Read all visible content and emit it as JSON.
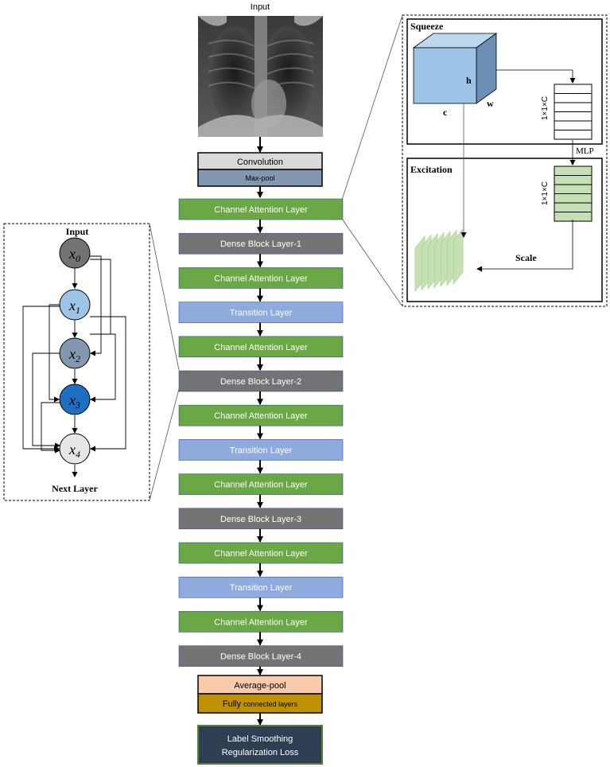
{
  "input_label": "Input",
  "xray_image": "chest-x-ray",
  "pipeline": {
    "convolution": "Convolution",
    "maxpool": "Max-pool",
    "layers": [
      {
        "label": "Channel Attention Layer",
        "kind": "attention"
      },
      {
        "label": "Dense Block Layer-1",
        "kind": "dense"
      },
      {
        "label": "Channel Attention Layer",
        "kind": "attention"
      },
      {
        "label": "Transition Layer",
        "kind": "transition"
      },
      {
        "label": "Channel Attention Layer",
        "kind": "attention"
      },
      {
        "label": "Dense Block Layer-2",
        "kind": "dense"
      },
      {
        "label": "Channel Attention Layer",
        "kind": "attention"
      },
      {
        "label": "Transition Layer",
        "kind": "transition"
      },
      {
        "label": "Channel Attention Layer",
        "kind": "attention"
      },
      {
        "label": "Dense Block Layer-3",
        "kind": "dense"
      },
      {
        "label": "Channel Attention Layer",
        "kind": "attention"
      },
      {
        "label": "Transition Layer",
        "kind": "transition"
      },
      {
        "label": "Channel Attention Layer",
        "kind": "attention"
      },
      {
        "label": "Dense Block Layer-4",
        "kind": "dense"
      }
    ],
    "avgpool": "Average-pool",
    "fc_big": "Fully",
    "fc_small": "connected layers",
    "loss_line1": "Label Smoothing",
    "loss_line2": "Regularization Loss"
  },
  "dense_detail": {
    "input_label": "Input",
    "next_label": "Next Layer",
    "nodes": [
      {
        "base": "x",
        "sub": "0"
      },
      {
        "base": "x",
        "sub": "1"
      },
      {
        "base": "x",
        "sub": "2"
      },
      {
        "base": "x",
        "sub": "3"
      },
      {
        "base": "x",
        "sub": "4"
      }
    ]
  },
  "attention_detail": {
    "squeeze_label": "Squeeze",
    "excitation_label": "Excitation",
    "dim_h": "h",
    "dim_w": "w",
    "dim_c": "c",
    "vec_label_top": "1×1×C",
    "vec_label_bottom": "1×1×C",
    "mlp_label": "MLP",
    "scale_label": "Scale"
  },
  "colors": {
    "attention": "#6aa745",
    "dense": "#737373",
    "transition": "#8faadc",
    "convolution": "#d9d9d9",
    "maxpool": "#8497b0",
    "avgpool": "#f8cbad",
    "fc": "#bf9000",
    "loss": "#2f3e53",
    "cube_front": "#9dc3e6",
    "cube_side": "#6d8fb3",
    "cube_top": "#bdd7ee",
    "excite_fill": "#c5e0b4"
  }
}
